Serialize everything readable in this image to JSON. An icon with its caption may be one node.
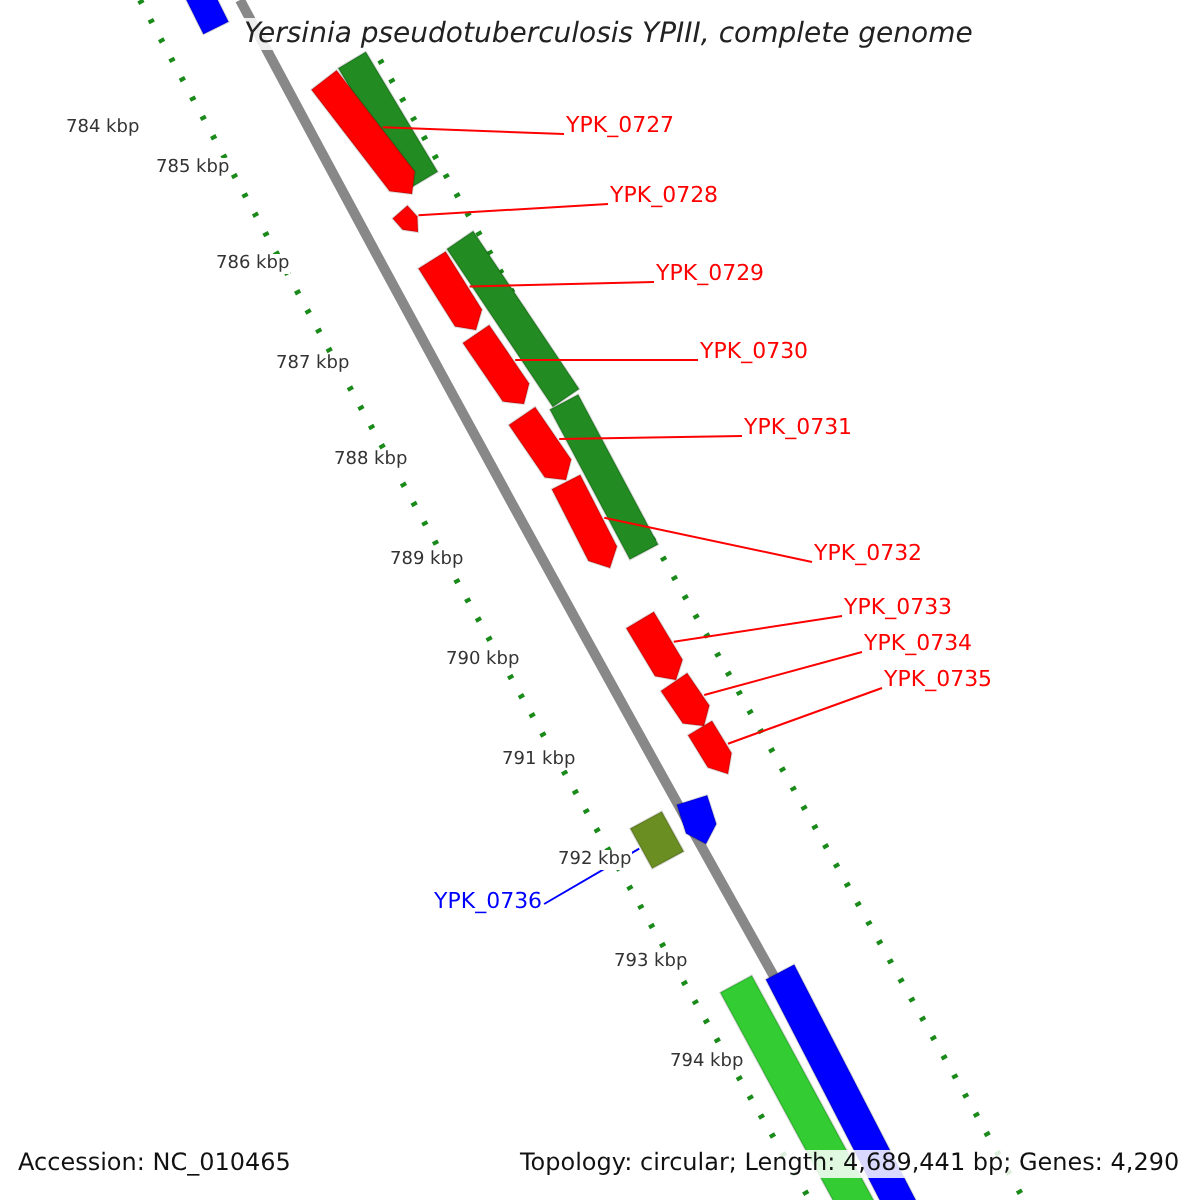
{
  "diagram": {
    "title": "Yersinia pseudotuberculosis YPIII, complete genome",
    "nodes": [
      {
        "text": [
          "YPK_0727"
        ]
      },
      {
        "text": [
          "YPK_0728"
        ]
      },
      {
        "text": [
          "YPK_0729"
        ]
      },
      {
        "text": [
          "YPK_0730"
        ]
      },
      {
        "text": [
          "YPK_0731"
        ]
      },
      {
        "text": [
          "YPK_0732"
        ]
      },
      {
        "text": [
          "YPK_0733"
        ]
      },
      {
        "text": [
          "YPK_0734"
        ]
      },
      {
        "text": [
          "YPK_0735"
        ]
      },
      {
        "text": [
          "YPK_0736"
        ]
      },
      {
        "text": [],
        "shape": "arrow"
      },
      {
        "text": [],
        "shape": "arrow"
      },
      {
        "text": [],
        "shape": "arrow"
      },
      {
        "text": [],
        "shape": "arrow"
      },
      {
        "text": [],
        "shape": "arrow"
      },
      {
        "text": [],
        "shape": "arrow"
      },
      {
        "text": [],
        "shape": "arrow"
      },
      {
        "text": [],
        "shape": "arrow"
      },
      {
        "text": [],
        "shape": "arrow"
      },
      {
        "text": [],
        "shape": "box"
      }
    ],
    "edges": [
      {
        "from": 0,
        "to": 10,
        "arrow": "none"
      },
      {
        "from": 1,
        "to": 11,
        "arrow": "none"
      },
      {
        "from": 2,
        "to": 12,
        "arrow": "none"
      },
      {
        "from": 3,
        "to": 13,
        "arrow": "none"
      },
      {
        "from": 4,
        "to": 14,
        "arrow": "none"
      },
      {
        "from": 5,
        "to": 15,
        "arrow": "none"
      },
      {
        "from": 6,
        "to": 16,
        "arrow": "none"
      },
      {
        "from": 7,
        "to": 17,
        "arrow": "none"
      },
      {
        "from": 8,
        "to": 18,
        "arrow": "none"
      },
      {
        "from": 9,
        "to": 19,
        "arrow": "none",
        "color": "#0000ff"
      }
    ],
    "labels": [
      "784 kbp",
      "785 kbp",
      "786 kbp",
      "787 kbp",
      "788 kbp",
      "789 kbp",
      "790 kbp",
      "791 kbp",
      "792 kbp",
      "793 kbp",
      "794 kbp",
      "Accession: NC_010465",
      "Topology: circular; Length: 4,689,441 bp; Genes: 4,290"
    ]
  }
}
